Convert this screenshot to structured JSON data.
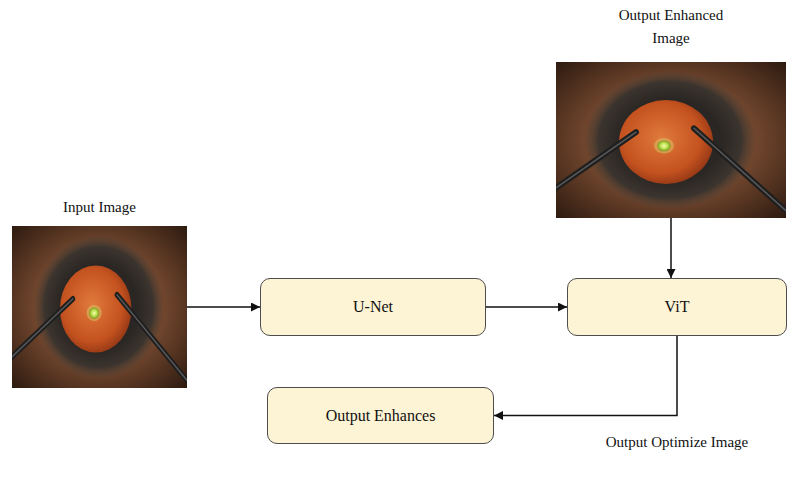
{
  "diagram": {
    "nodes": [
      {
        "text": [
          "Output Enhanced Image"
        ]
      },
      {
        "text": [
          "Input Image"
        ]
      },
      {
        "text": [
          "U-Net"
        ]
      },
      {
        "text": [
          "ViT"
        ]
      },
      {
        "text": [
          "Output Enhances"
        ]
      }
    ],
    "edges": [
      {
        "from": 1,
        "to": 2,
        "arrow": "to"
      },
      {
        "from": 2,
        "to": 3,
        "arrow": "to"
      },
      {
        "from": 0,
        "to": 3,
        "arrow": "to"
      },
      {
        "from": 3,
        "to": 4,
        "arrow": "to",
        "label": "Output Optimize Image"
      }
    ]
  }
}
